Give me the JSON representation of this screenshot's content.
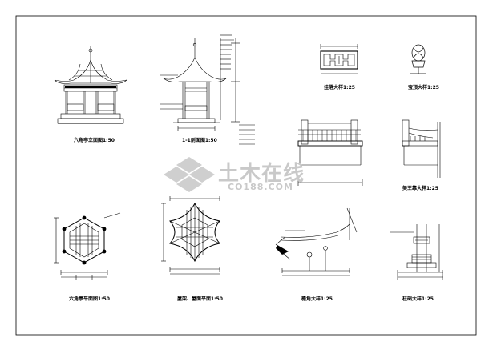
{
  "labels": {
    "elevation": "六角亭立面图1:50",
    "section": "1-1剖面图1:50",
    "railing": "挂落大样1:25",
    "finial": "宝顶大样1:25",
    "beauty_seat": "美王靠大样1:25",
    "plan": "六角亭平面图1:50",
    "roof_plan": "屋架、屋面平面1:50",
    "eave_corner": "檐角大样1:25",
    "column_base": "柱础大样1:25"
  },
  "watermark": {
    "main": "土木在线",
    "sub": "CO188.COM"
  },
  "colors": {
    "line": "#000000",
    "watermark": "#c9c9c9"
  }
}
